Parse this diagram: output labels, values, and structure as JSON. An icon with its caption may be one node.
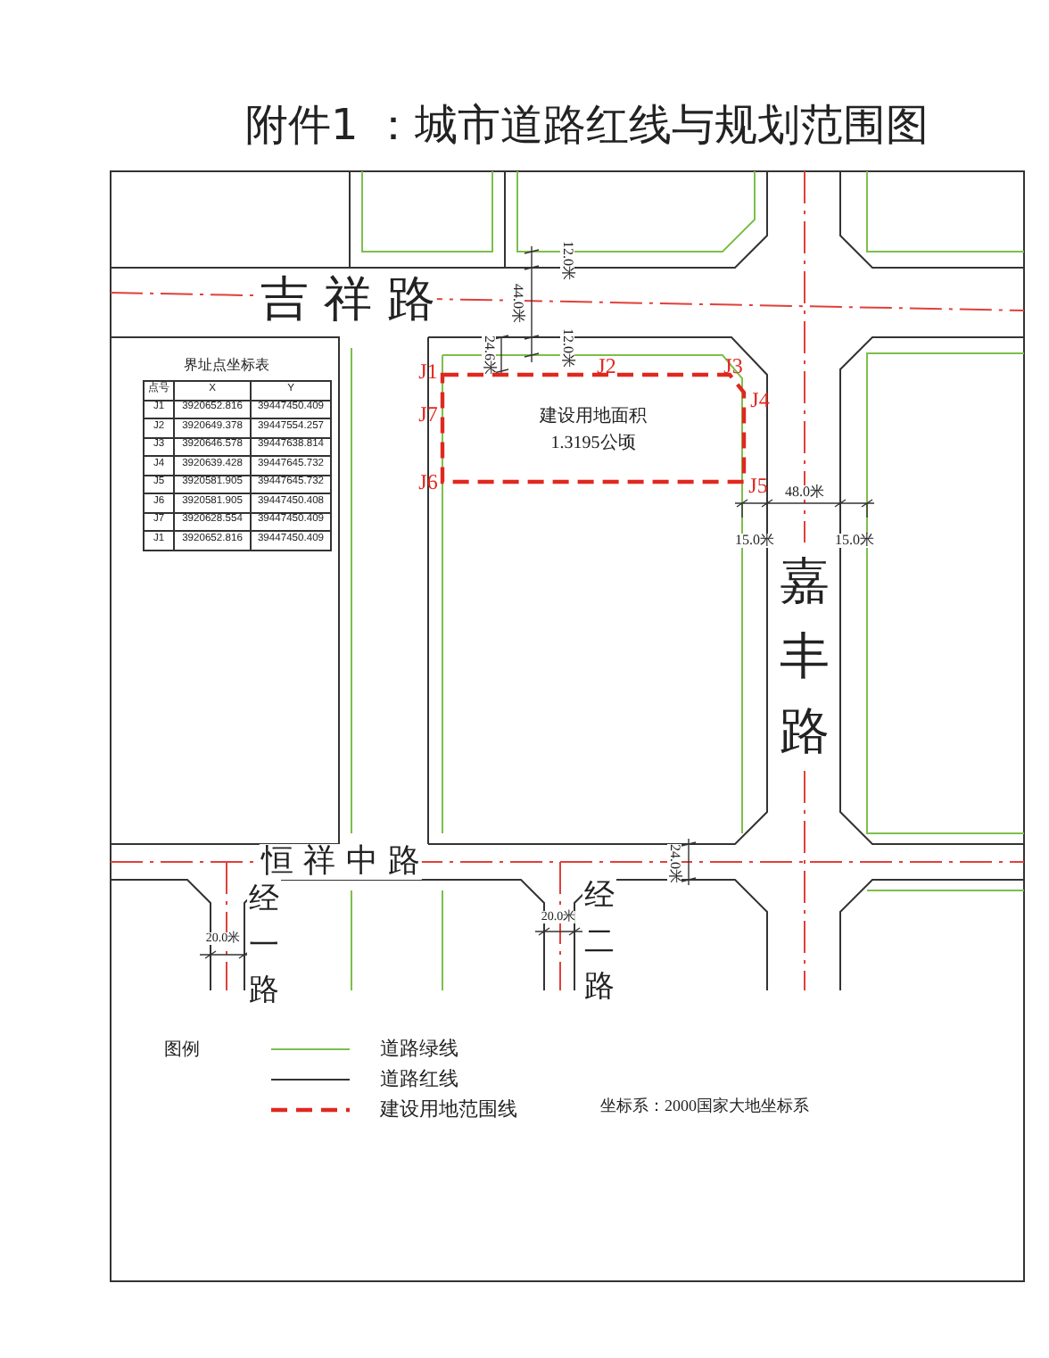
{
  "diagram": {
    "title": "附件1 ：城市道路红线与规划范围图",
    "nodes": [
      {
        "text": [
          "建设用地面积",
          "1.3195公顷"
        ]
      }
    ],
    "labels": [
      "12.0米",
      "吉 祥 路",
      "44.0米",
      "24.6米",
      "12.0米",
      "界址点坐标表",
      "J1",
      "J2",
      "J3",
      "J4",
      "J7",
      "J6",
      "J5",
      "48.0米",
      "15.0米",
      "15.0米",
      "嘉丰路",
      "恒 祥 中 路",
      "24.0米",
      "20.0米",
      "经一路",
      "20.0米",
      "经二路",
      "图例",
      "坐标系：2000国家大地坐标系",
      "点号",
      "X",
      "Y",
      "J1",
      "3920652.816",
      "39447450.409",
      "J2",
      "3920649.378",
      "39447554.257",
      "J3",
      "3920646.578",
      "39447638.814",
      "J4",
      "3920639.428",
      "39447645.732",
      "J5",
      "3920581.905",
      "39447645.732",
      "J6",
      "3920581.905",
      "39447450.408",
      "J7",
      "3920628.554",
      "39447450.409",
      "J1",
      "3920652.816",
      "39447450.409"
    ],
    "legend": [
      {
        "text": "道路绿线"
      },
      {
        "text": "道路红线"
      },
      {
        "text": "建设用地范围线"
      }
    ]
  }
}
